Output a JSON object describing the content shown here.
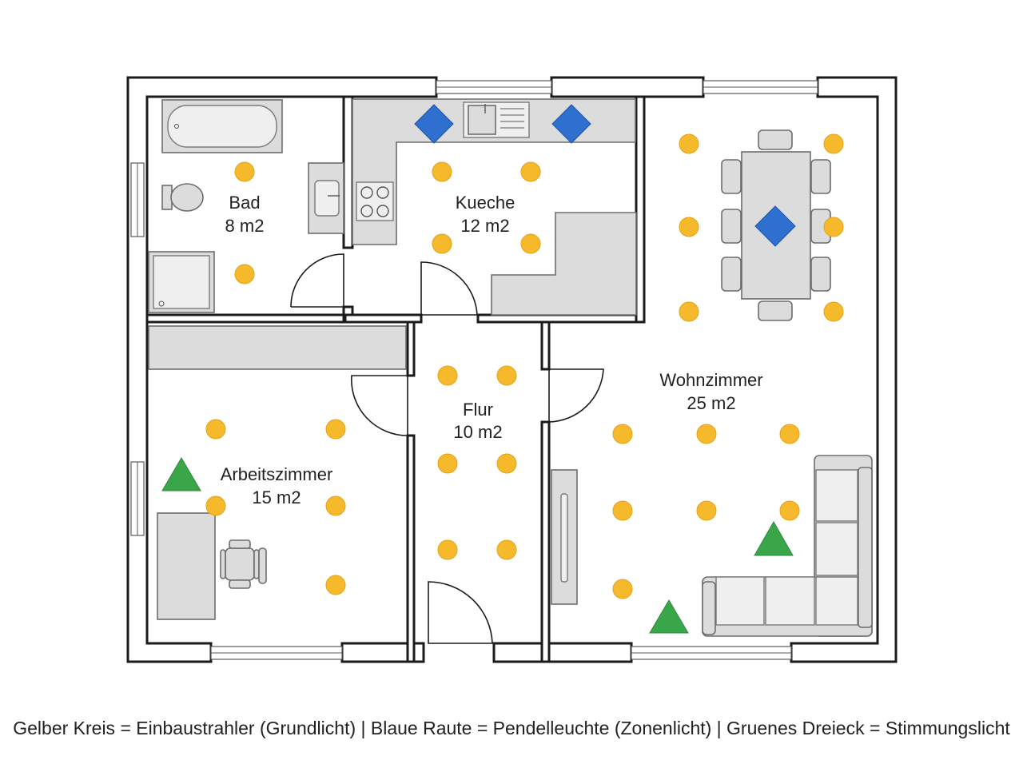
{
  "rooms": [
    {
      "id": "bad",
      "name": "Bad",
      "area": "8 m2"
    },
    {
      "id": "kueche",
      "name": "Kueche",
      "area": "12 m2"
    },
    {
      "id": "wohnzimmer",
      "name": "Wohnzimmer",
      "area": "25 m2"
    },
    {
      "id": "flur",
      "name": "Flur",
      "area": "10 m2"
    },
    {
      "id": "arbeitszimmer",
      "name": "Arbeitszimmer",
      "area": "15 m2"
    }
  ],
  "legend": {
    "text": "Gelber Kreis = Einbaustrahler (Grundlicht) | Blaue Raute = Pendelleuchte (Zonenlicht) | Gruenes Dreieck = Stimmungslicht"
  },
  "symbols": {
    "einbaustrahler": {
      "shape": "circle",
      "color": "#f7b92c"
    },
    "pendelleuchte": {
      "shape": "diamond",
      "color": "#2f6fd0"
    },
    "stimmungslicht": {
      "shape": "triangle",
      "color": "#3aa64a"
    }
  },
  "colors": {
    "wall": "#1b1b1b",
    "furniture": "#dcdcdc"
  }
}
